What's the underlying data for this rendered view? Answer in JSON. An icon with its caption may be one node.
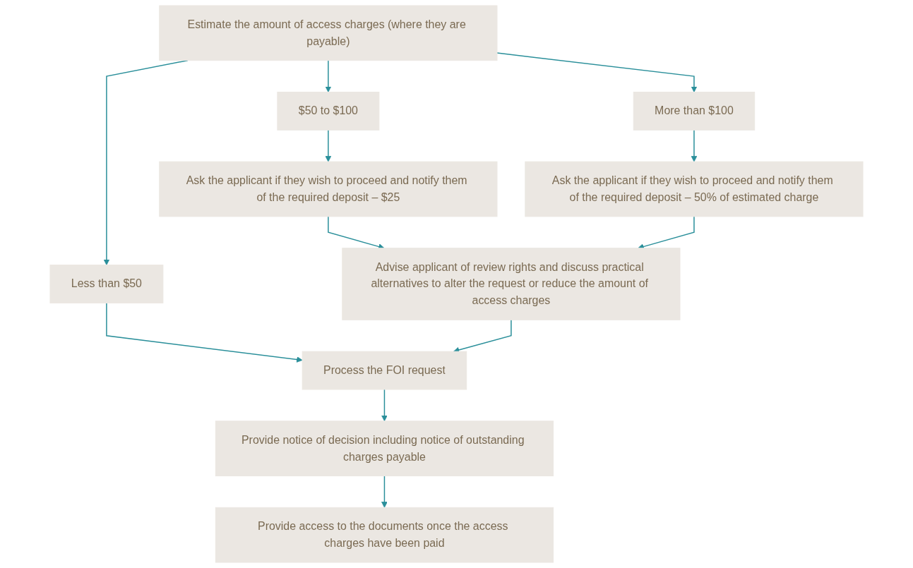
{
  "diagram": {
    "nodes": [
      {
        "text": [
          "Estimate the amount of access charges (where they are payable)"
        ]
      },
      {
        "text": [
          "Less than $50"
        ]
      },
      {
        "text": [
          "$50 to $100"
        ]
      },
      {
        "text": [
          "More than $100"
        ]
      },
      {
        "text": [
          "Ask the applicant if they wish to proceed and notify them of the required deposit – $25"
        ]
      },
      {
        "text": [
          "Ask the applicant if they wish to proceed and notify them of the required deposit – 50% of estimated charge"
        ]
      },
      {
        "text": [
          "Advise applicant of review rights and discuss practical alternatives to alter the request or reduce the amount of access charges"
        ]
      },
      {
        "text": [
          "Process the FOI request"
        ]
      },
      {
        "text": [
          "Provide notice of decision including notice of outstanding charges payable"
        ]
      },
      {
        "text": [
          "Provide access to the documents once the access charges have been paid"
        ]
      }
    ],
    "edges": [
      {
        "from": 0,
        "to": 1,
        "arrow": "to"
      },
      {
        "from": 0,
        "to": 2,
        "arrow": "to"
      },
      {
        "from": 0,
        "to": 3,
        "arrow": "to"
      },
      {
        "from": 2,
        "to": 4,
        "arrow": "to"
      },
      {
        "from": 3,
        "to": 5,
        "arrow": "to"
      },
      {
        "from": 4,
        "to": 6,
        "arrow": "to"
      },
      {
        "from": 5,
        "to": 6,
        "arrow": "to"
      },
      {
        "from": 1,
        "to": 7,
        "arrow": "to"
      },
      {
        "from": 6,
        "to": 7,
        "arrow": "to"
      },
      {
        "from": 7,
        "to": 8,
        "arrow": "to"
      },
      {
        "from": 8,
        "to": 9,
        "arrow": "to"
      }
    ]
  }
}
